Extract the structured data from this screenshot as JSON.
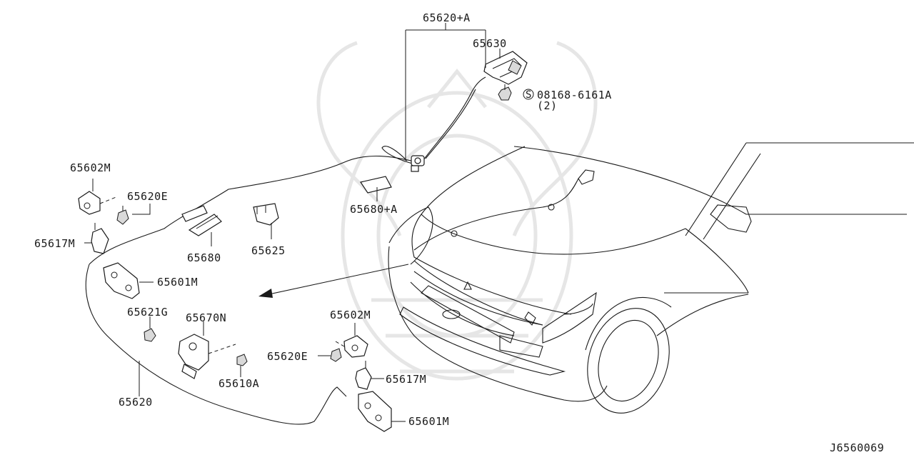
{
  "diagram_code": "J6560069",
  "labels": {
    "p65620A": "65620+A",
    "p65630": "65630",
    "bolt": "08168-6161A",
    "bolt_qty": "(2)",
    "bolt_symbol": "S",
    "p65602M_left": "65602M",
    "p65620E_left": "65620E",
    "p65617M_left": "65617M",
    "p65680A": "65680+A",
    "p65680": "65680",
    "p65625": "65625",
    "p65601M_left": "65601M",
    "p65621G": "65621G",
    "p65670N": "65670N",
    "p65610A": "65610A",
    "p65620": "65620",
    "p65602M_right": "65602M",
    "p65620E_right": "65620E",
    "p65617M_right": "65617M",
    "p65601M_right": "65601M"
  },
  "watermark": "samurai-helmet-logo"
}
